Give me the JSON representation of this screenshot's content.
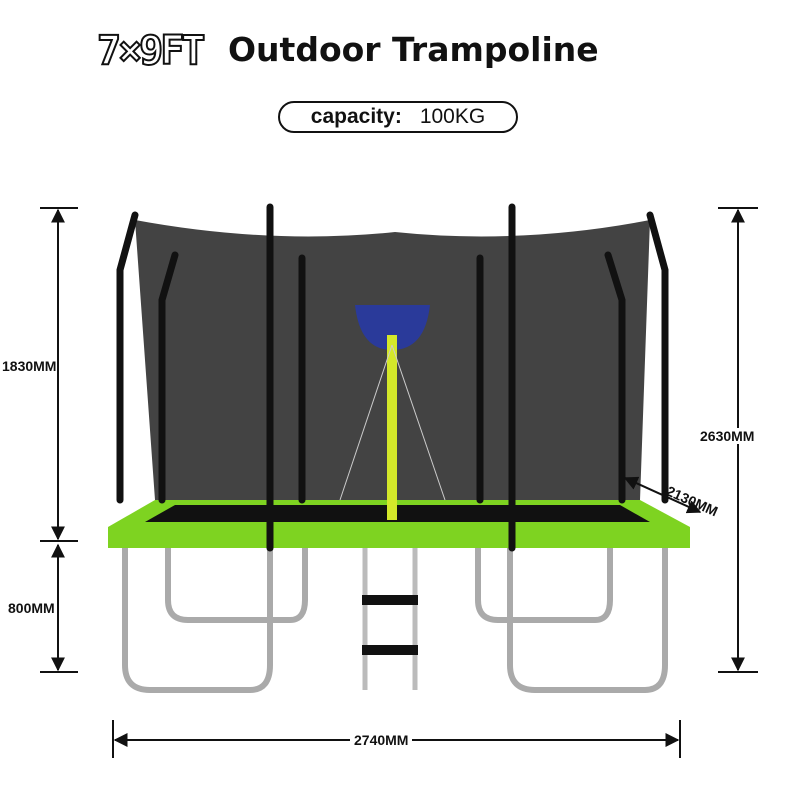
{
  "header": {
    "size": "7×9FT",
    "title": "Outdoor Trampoline"
  },
  "capacity": {
    "label": "capacity:",
    "value": "100KG"
  },
  "dimensions": {
    "net_height": "1830MM",
    "frame_height": "800MM",
    "total_height": "2630MM",
    "width": "2130MM",
    "length": "2740MM"
  },
  "colors": {
    "frame": "#7ed321",
    "net": "#1a1a1a",
    "hoop": "#2a3a9a",
    "text": "#111111"
  }
}
